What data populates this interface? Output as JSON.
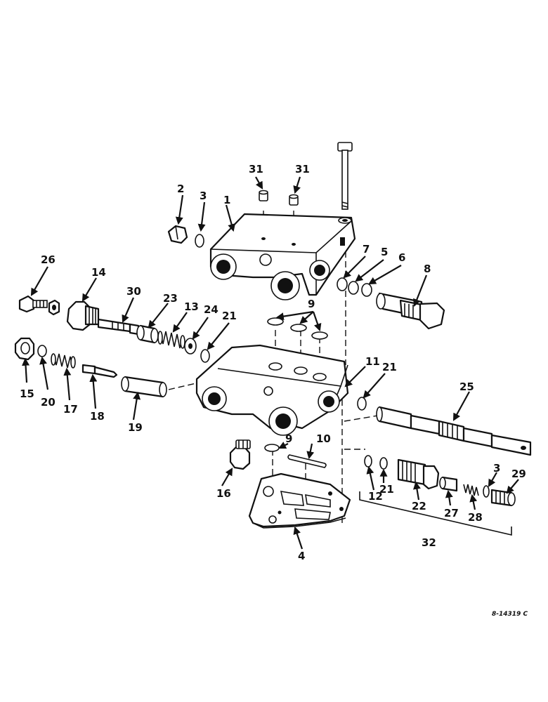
{
  "diagram": {
    "reference_code": "8-14319 C",
    "callouts": [
      {
        "id": "c1",
        "text": "1"
      },
      {
        "id": "c2",
        "text": "2"
      },
      {
        "id": "c3a",
        "text": "3"
      },
      {
        "id": "c3b",
        "text": "3"
      },
      {
        "id": "c4",
        "text": "4"
      },
      {
        "id": "c5",
        "text": "5"
      },
      {
        "id": "c6",
        "text": "6"
      },
      {
        "id": "c7",
        "text": "7"
      },
      {
        "id": "c8",
        "text": "8"
      },
      {
        "id": "c9a",
        "text": "9"
      },
      {
        "id": "c9b",
        "text": "9"
      },
      {
        "id": "c10",
        "text": "10"
      },
      {
        "id": "c11",
        "text": "11"
      },
      {
        "id": "c12",
        "text": "12"
      },
      {
        "id": "c13",
        "text": "13"
      },
      {
        "id": "c14",
        "text": "14"
      },
      {
        "id": "c15",
        "text": "15"
      },
      {
        "id": "c16",
        "text": "16"
      },
      {
        "id": "c17",
        "text": "17"
      },
      {
        "id": "c18",
        "text": "18"
      },
      {
        "id": "c19",
        "text": "19"
      },
      {
        "id": "c20",
        "text": "20"
      },
      {
        "id": "c21a",
        "text": "21"
      },
      {
        "id": "c21b",
        "text": "21"
      },
      {
        "id": "c21c",
        "text": "21"
      },
      {
        "id": "c22",
        "text": "22"
      },
      {
        "id": "c23",
        "text": "23"
      },
      {
        "id": "c24",
        "text": "24"
      },
      {
        "id": "c25",
        "text": "25"
      },
      {
        "id": "c26",
        "text": "26"
      },
      {
        "id": "c27",
        "text": "27"
      },
      {
        "id": "c28",
        "text": "28"
      },
      {
        "id": "c29",
        "text": "29"
      },
      {
        "id": "c30",
        "text": "30"
      },
      {
        "id": "c31a",
        "text": "31"
      },
      {
        "id": "c31b",
        "text": "31"
      },
      {
        "id": "c32",
        "text": "32"
      }
    ]
  }
}
